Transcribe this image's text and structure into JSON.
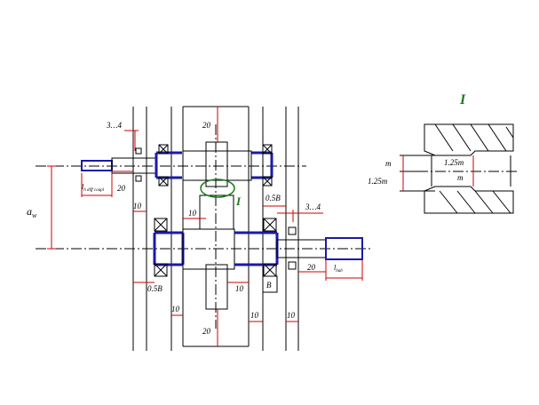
{
  "labels": {
    "gap_34_top": "3…4",
    "gap_34_right": "3…4",
    "dim_20_top": "20",
    "dim_20_bottom": "20",
    "dim_20_left": "20",
    "dim_20_right": "20",
    "dim_10_a": "10",
    "dim_10_b": "10",
    "dim_10_c": "10",
    "dim_10_d": "10",
    "dim_10_e": "10",
    "dim_10_f": "10",
    "half_b_top": "0.5B",
    "half_b_bottom": "0.5B",
    "b_label": "B",
    "aw_main": "a",
    "aw_sub": "w",
    "l_coupl": "l",
    "l_coupl_sub": "h diff coupl",
    "l_hub": "l",
    "l_hub_sub": "hub",
    "detail_mark": "I",
    "detail_title": "I",
    "m_left_top": "m",
    "m_left_bottom": "1.25m",
    "m_inner_top": "1.25m",
    "m_inner_bottom": "m"
  },
  "colors": {
    "outline": "#1a1aa8",
    "dimension": "#cc0000",
    "detail": "#1a7a1a"
  }
}
